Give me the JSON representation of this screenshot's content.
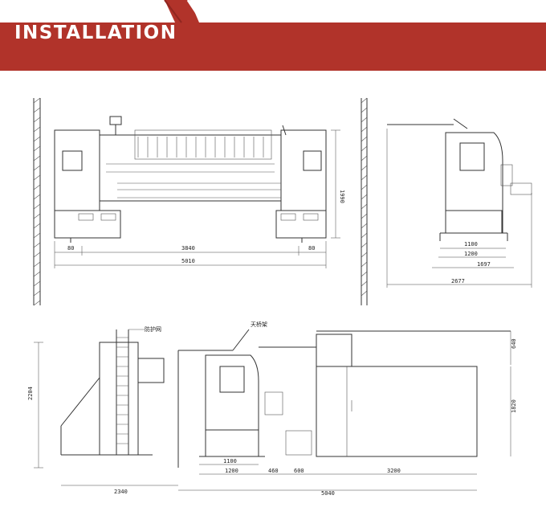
{
  "header": {
    "title": "INSTALLATION"
  },
  "colors": {
    "banner": "#B1332A",
    "banner_dark": "#8F2620"
  },
  "drawing": {
    "front_view": {
      "dims": {
        "left": "80",
        "middle": "3840",
        "right": "80",
        "overall": "5010",
        "height": "1990"
      }
    },
    "side_view": {
      "dims": {
        "a": "1100",
        "b": "1200",
        "c": "1697",
        "d": "2677"
      }
    },
    "plan_view": {
      "labels": {
        "ladder": "防护网",
        "head": "天桥架"
      },
      "dims": {
        "height_left": "2204",
        "w1": "1100",
        "w2": "1200",
        "w3": "460",
        "w4": "600",
        "w5": "3200",
        "left_total": "2340",
        "right_total": "5040",
        "top_right": "640",
        "right_h": "1820"
      }
    }
  }
}
